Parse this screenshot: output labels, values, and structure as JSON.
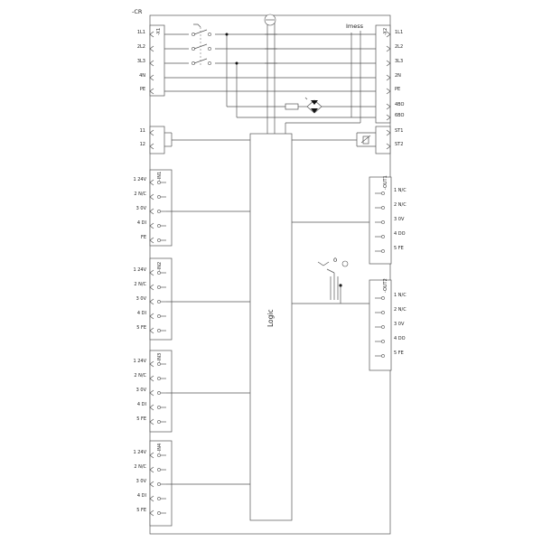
{
  "title": "-CR",
  "labels": {
    "imess": "Imess",
    "logic": "Logic",
    "selector_zero": "0"
  },
  "strips": {
    "x1": {
      "name": "-X1",
      "terminals": [
        "1L1",
        "2L2",
        "3L3",
        "4N",
        "PE"
      ]
    },
    "x2": {
      "name": "-X2",
      "terminals": [
        "1L1",
        "2L2",
        "3L3",
        "2N",
        "PE",
        "4BO",
        "6BO"
      ]
    },
    "thermistor_left": [
      "11",
      "12"
    ],
    "thermistor_right": [
      "ST1",
      "ST2"
    ],
    "inputs": [
      {
        "name": "-IN1",
        "terminals": [
          "1 24V",
          "2 N/C",
          "3 0V",
          "4 DI",
          "FE"
        ]
      },
      {
        "name": "-IN2",
        "terminals": [
          "1 24V",
          "2 N/C",
          "3 0V",
          "4 DI",
          "5 FE"
        ]
      },
      {
        "name": "-IN3",
        "terminals": [
          "1 24V",
          "2 N/C",
          "3 0V",
          "4 DI",
          "5 FE"
        ]
      },
      {
        "name": "-IN4",
        "terminals": [
          "1 24V",
          "2 N/C",
          "3 0V",
          "4 DI",
          "5 FE"
        ]
      }
    ],
    "outputs": [
      {
        "name": "-OUT1",
        "terminals": [
          "1 N/C",
          "2 N/C",
          "3 0V",
          "4 DO",
          "5 FE"
        ]
      },
      {
        "name": "-OUT2",
        "terminals": [
          "1 N/C",
          "2 N/C",
          "3 0V",
          "4 DO",
          "5 FE"
        ]
      }
    ]
  }
}
